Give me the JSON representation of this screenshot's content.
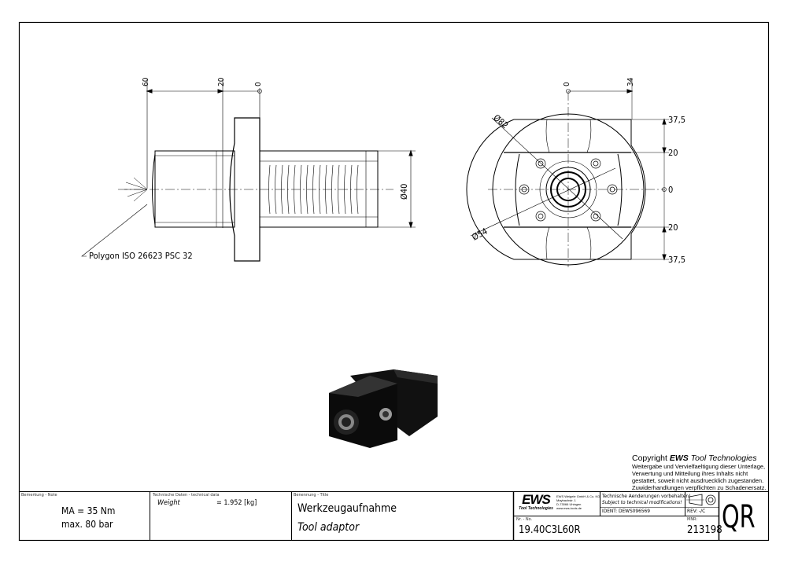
{
  "side_view": {
    "dims_top": [
      "60",
      "20",
      "0"
    ],
    "dim_diameter": "Ø40",
    "callout": "Polygon ISO 26623 PSC 32"
  },
  "front_view": {
    "dims_top": [
      "0",
      "34"
    ],
    "dims_right": [
      "37,5",
      "20",
      "0",
      "20",
      "37,5"
    ],
    "dim_d82": "Ø82",
    "dim_d54": "Ø54"
  },
  "copyright": {
    "title_prefix": "Copyright ",
    "title_brand": "EWS",
    "title_suffix": " Tool Technologies",
    "lines": [
      "Weitergabe und Vervielfaeltigung dieser Unterlage,",
      "Verwertung und Mitteilung ihres Inhalts nicht",
      "gestattet, soweit nicht ausdruecklich zugestanden.",
      "Zuwiderhandlungen verpflichten zu Schadenersatz."
    ]
  },
  "title_block": {
    "note_label": "Bemerkung - Note",
    "note_lines": [
      "MA = 35 Nm",
      "max. 80 bar"
    ],
    "tech_label": "Technische Daten - technical data",
    "weight_label": "Weight",
    "weight_value": "=  1.952 [kg]",
    "title_label": "Benennung - Title",
    "title_de": "Werkzeugaufnahme",
    "title_en": "Tool adaptor",
    "logo_text": "EWS",
    "logo_sub": "Tool Technologies",
    "company_lines": [
      "EWS Weigele GmbH & Co. KG",
      "Maybachstr. 1",
      "D-73066 Uhingen",
      "www.ews-tools.de"
    ],
    "changes_de": "Technische Aenderungen vorbehalten!",
    "changes_en": "Subject to technical modifications!",
    "ident": "IDENT:  DEWS096569",
    "rev": "REV:  -/C",
    "no_label": "Nr. - No.",
    "part_no": "19.40C3L60R",
    "mnr_label": "MNR:",
    "mnr": "213198",
    "qr": "QR"
  }
}
